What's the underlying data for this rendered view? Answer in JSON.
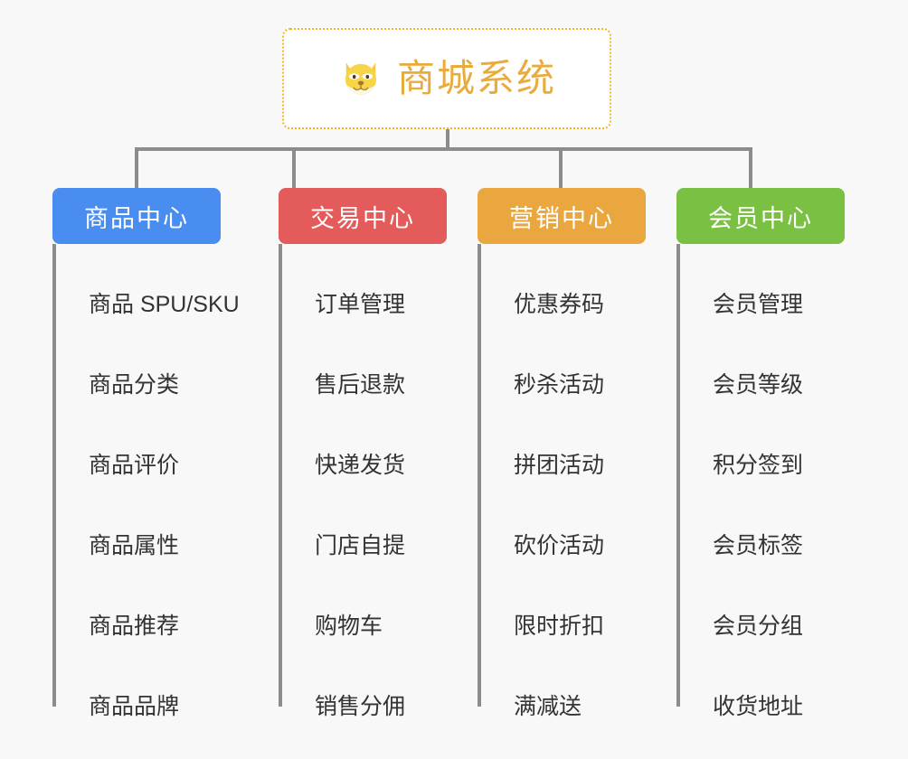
{
  "diagram": {
    "type": "mind-map-tree",
    "background_color": "#f8f8f8",
    "root": {
      "title": "商城系统",
      "icon": "dog-face-icon",
      "icon_glyph": "🐶",
      "border_color": "#f0b429",
      "text_color": "#e8ab3c",
      "background_color": "#ffffff"
    },
    "connector_color": "#8c8c8c",
    "branches": [
      {
        "title": "商品中心",
        "color": "#4a8df0",
        "text_color": "#ffffff",
        "leaves": [
          "商品 SPU/SKU",
          "商品分类",
          "商品评价",
          "商品属性",
          "商品推荐",
          "商品品牌"
        ]
      },
      {
        "title": "交易中心",
        "color": "#e35b5b",
        "text_color": "#ffffff",
        "leaves": [
          "订单管理",
          "售后退款",
          "快递发货",
          "门店自提",
          "购物车",
          "销售分佣"
        ]
      },
      {
        "title": "营销中心",
        "color": "#eaa740",
        "text_color": "#ffffff",
        "leaves": [
          "优惠券码",
          "秒杀活动",
          "拼团活动",
          "砍价活动",
          "限时折扣",
          "满减送"
        ]
      },
      {
        "title": "会员中心",
        "color": "#7ac143",
        "text_color": "#ffffff",
        "leaves": [
          "会员管理",
          "会员等级",
          "积分签到",
          "会员标签",
          "会员分组",
          "收货地址"
        ]
      }
    ]
  }
}
